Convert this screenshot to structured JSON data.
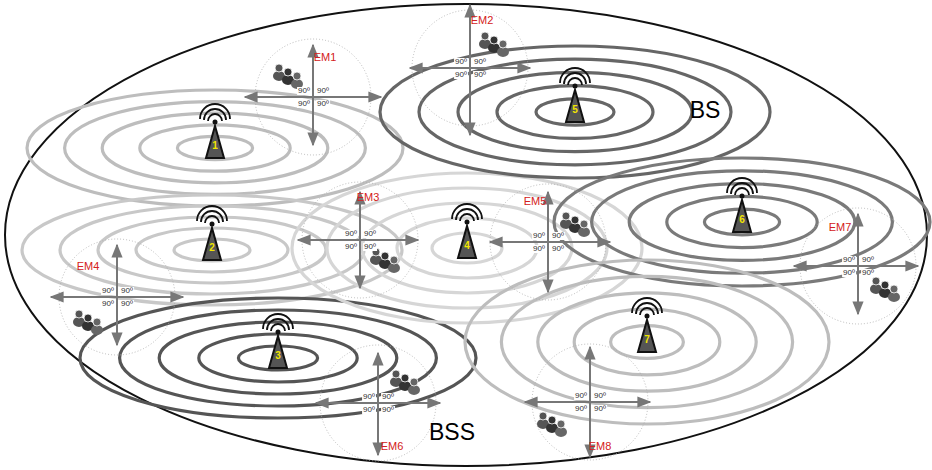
{
  "diagram": {
    "nodes": [
      {
        "text": [
          "BSS"
        ]
      }
    ],
    "labels": [
      "BS",
      "1",
      "2",
      "3",
      "4",
      "5",
      "6",
      "7",
      "EM1",
      "90º",
      "90º",
      "90º",
      "90º",
      "EM2",
      "90º",
      "90º",
      "90º",
      "90º",
      "EM3",
      "90º",
      "90º",
      "90º",
      "90º",
      "EM4",
      "90º",
      "90º",
      "90º",
      "90º",
      "EM5",
      "90º",
      "90º",
      "90º",
      "90º",
      "EM6",
      "90º",
      "90º",
      "90º",
      "90º",
      "EM7",
      "90º",
      "90º",
      "90º",
      "90º",
      "EM8",
      "90º",
      "90º",
      "90º",
      "90º"
    ]
  }
}
